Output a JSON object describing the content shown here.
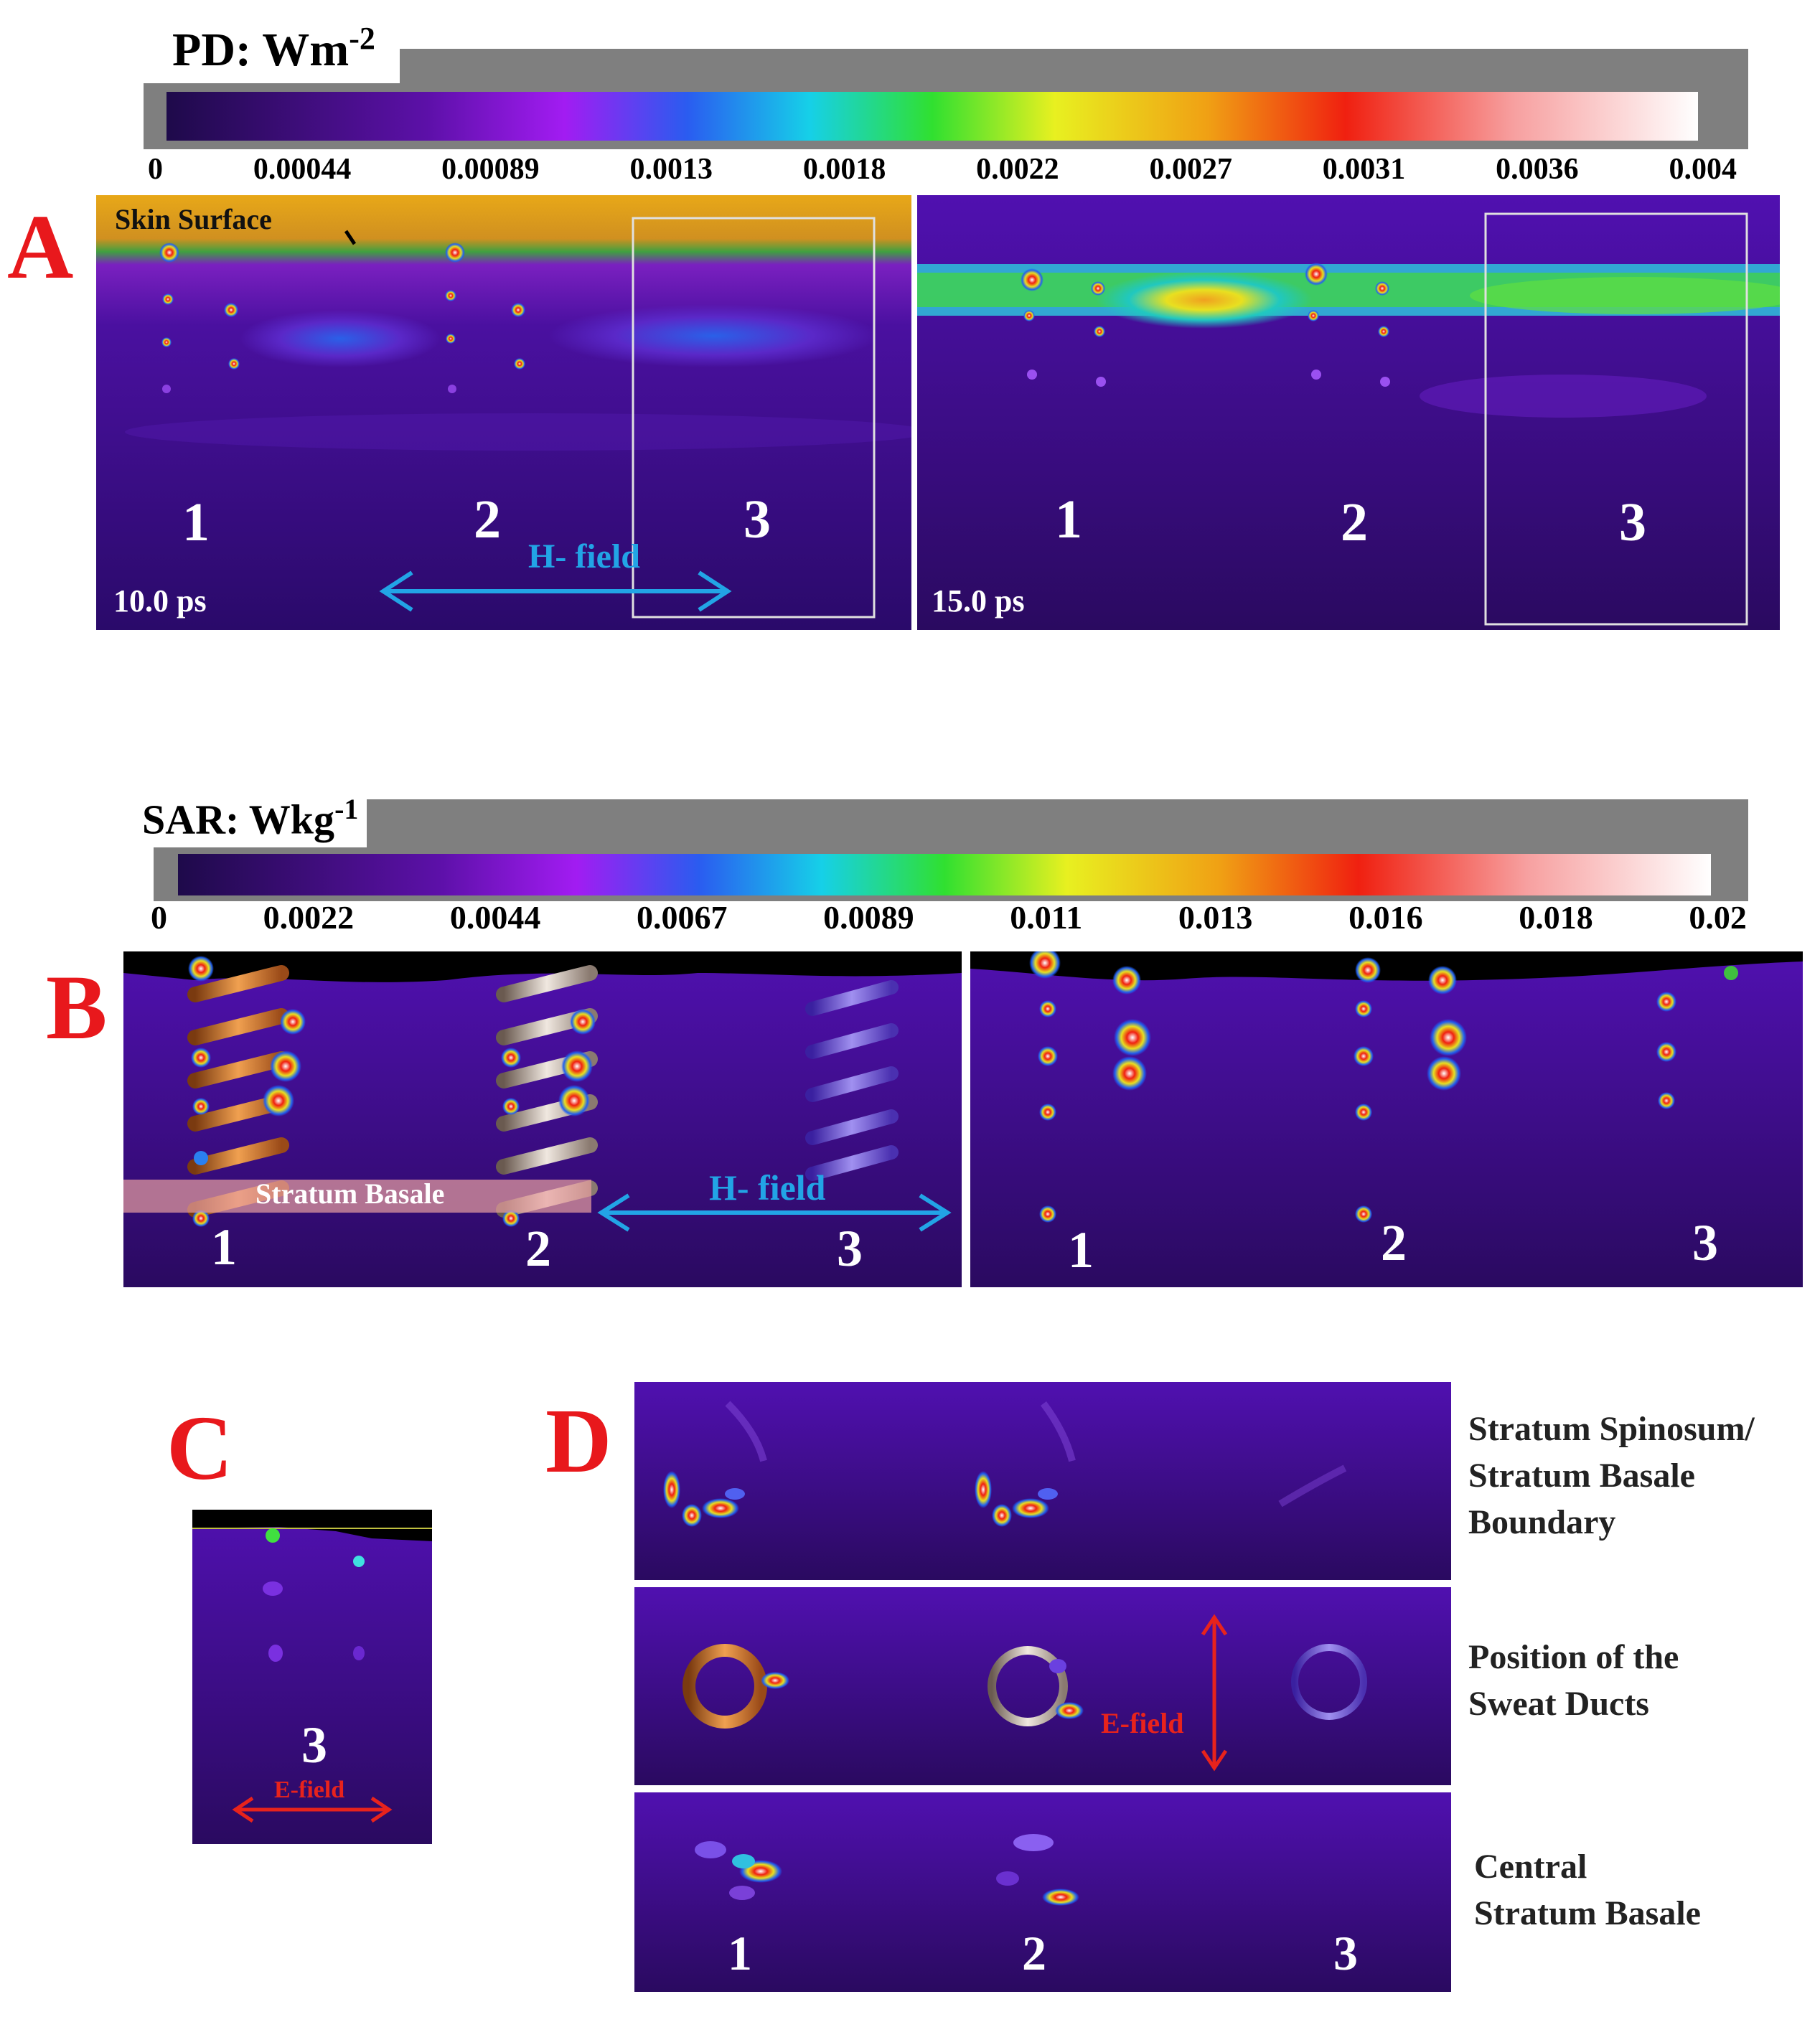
{
  "colorbar_pd": {
    "title": "PD: Wm",
    "exponent": "-2",
    "ticks": [
      "0",
      "0.00044",
      "0.00089",
      "0.0013",
      "0.0018",
      "0.0022",
      "0.0027",
      "0.0031",
      "0.0036",
      "0.004"
    ],
    "gradient": [
      "#1e0a4a",
      "#5c10a8",
      "#a21cf2",
      "#2a5cf0",
      "#16d0e8",
      "#30e030",
      "#e8f020",
      "#f0a014",
      "#f02010",
      "#f7a0a0",
      "#ffffff"
    ]
  },
  "colorbar_sar": {
    "title": "SAR: Wkg",
    "exponent": "-1",
    "ticks": [
      "0",
      "0.0022",
      "0.0044",
      "0.0067",
      "0.0089",
      "0.011",
      "0.013",
      "0.016",
      "0.018",
      "0.02"
    ]
  },
  "panel_a": {
    "letter": "A",
    "skin_surface_label": "Skin Surface",
    "left": {
      "time": "10.0 ps",
      "labels": [
        "1",
        "2",
        "3"
      ],
      "field": "H- field"
    },
    "right": {
      "time": "15.0 ps",
      "labels": [
        "1",
        "2",
        "3"
      ]
    }
  },
  "panel_b": {
    "letter": "B",
    "stratum_label": "Stratum Basale",
    "left": {
      "labels": [
        "1",
        "2",
        "3"
      ],
      "field": "H- field"
    },
    "right": {
      "labels": [
        "1",
        "2",
        "3"
      ]
    }
  },
  "panel_c": {
    "letter": "C",
    "label": "3",
    "field": "E-field"
  },
  "panel_d": {
    "letter": "D",
    "rows": [
      {
        "label": "Stratum Spinosum/\nStratum Basale\nBoundary"
      },
      {
        "label": "Position of the\nSweat Ducts",
        "field": "E-field"
      },
      {
        "label": "Central\nStratum Basale",
        "labels": [
          "1",
          "2",
          "3"
        ]
      }
    ]
  },
  "colors": {
    "background_dark": "#2a0a5c",
    "label_red": "#e8181c",
    "field_blue": "#22a4e6"
  }
}
